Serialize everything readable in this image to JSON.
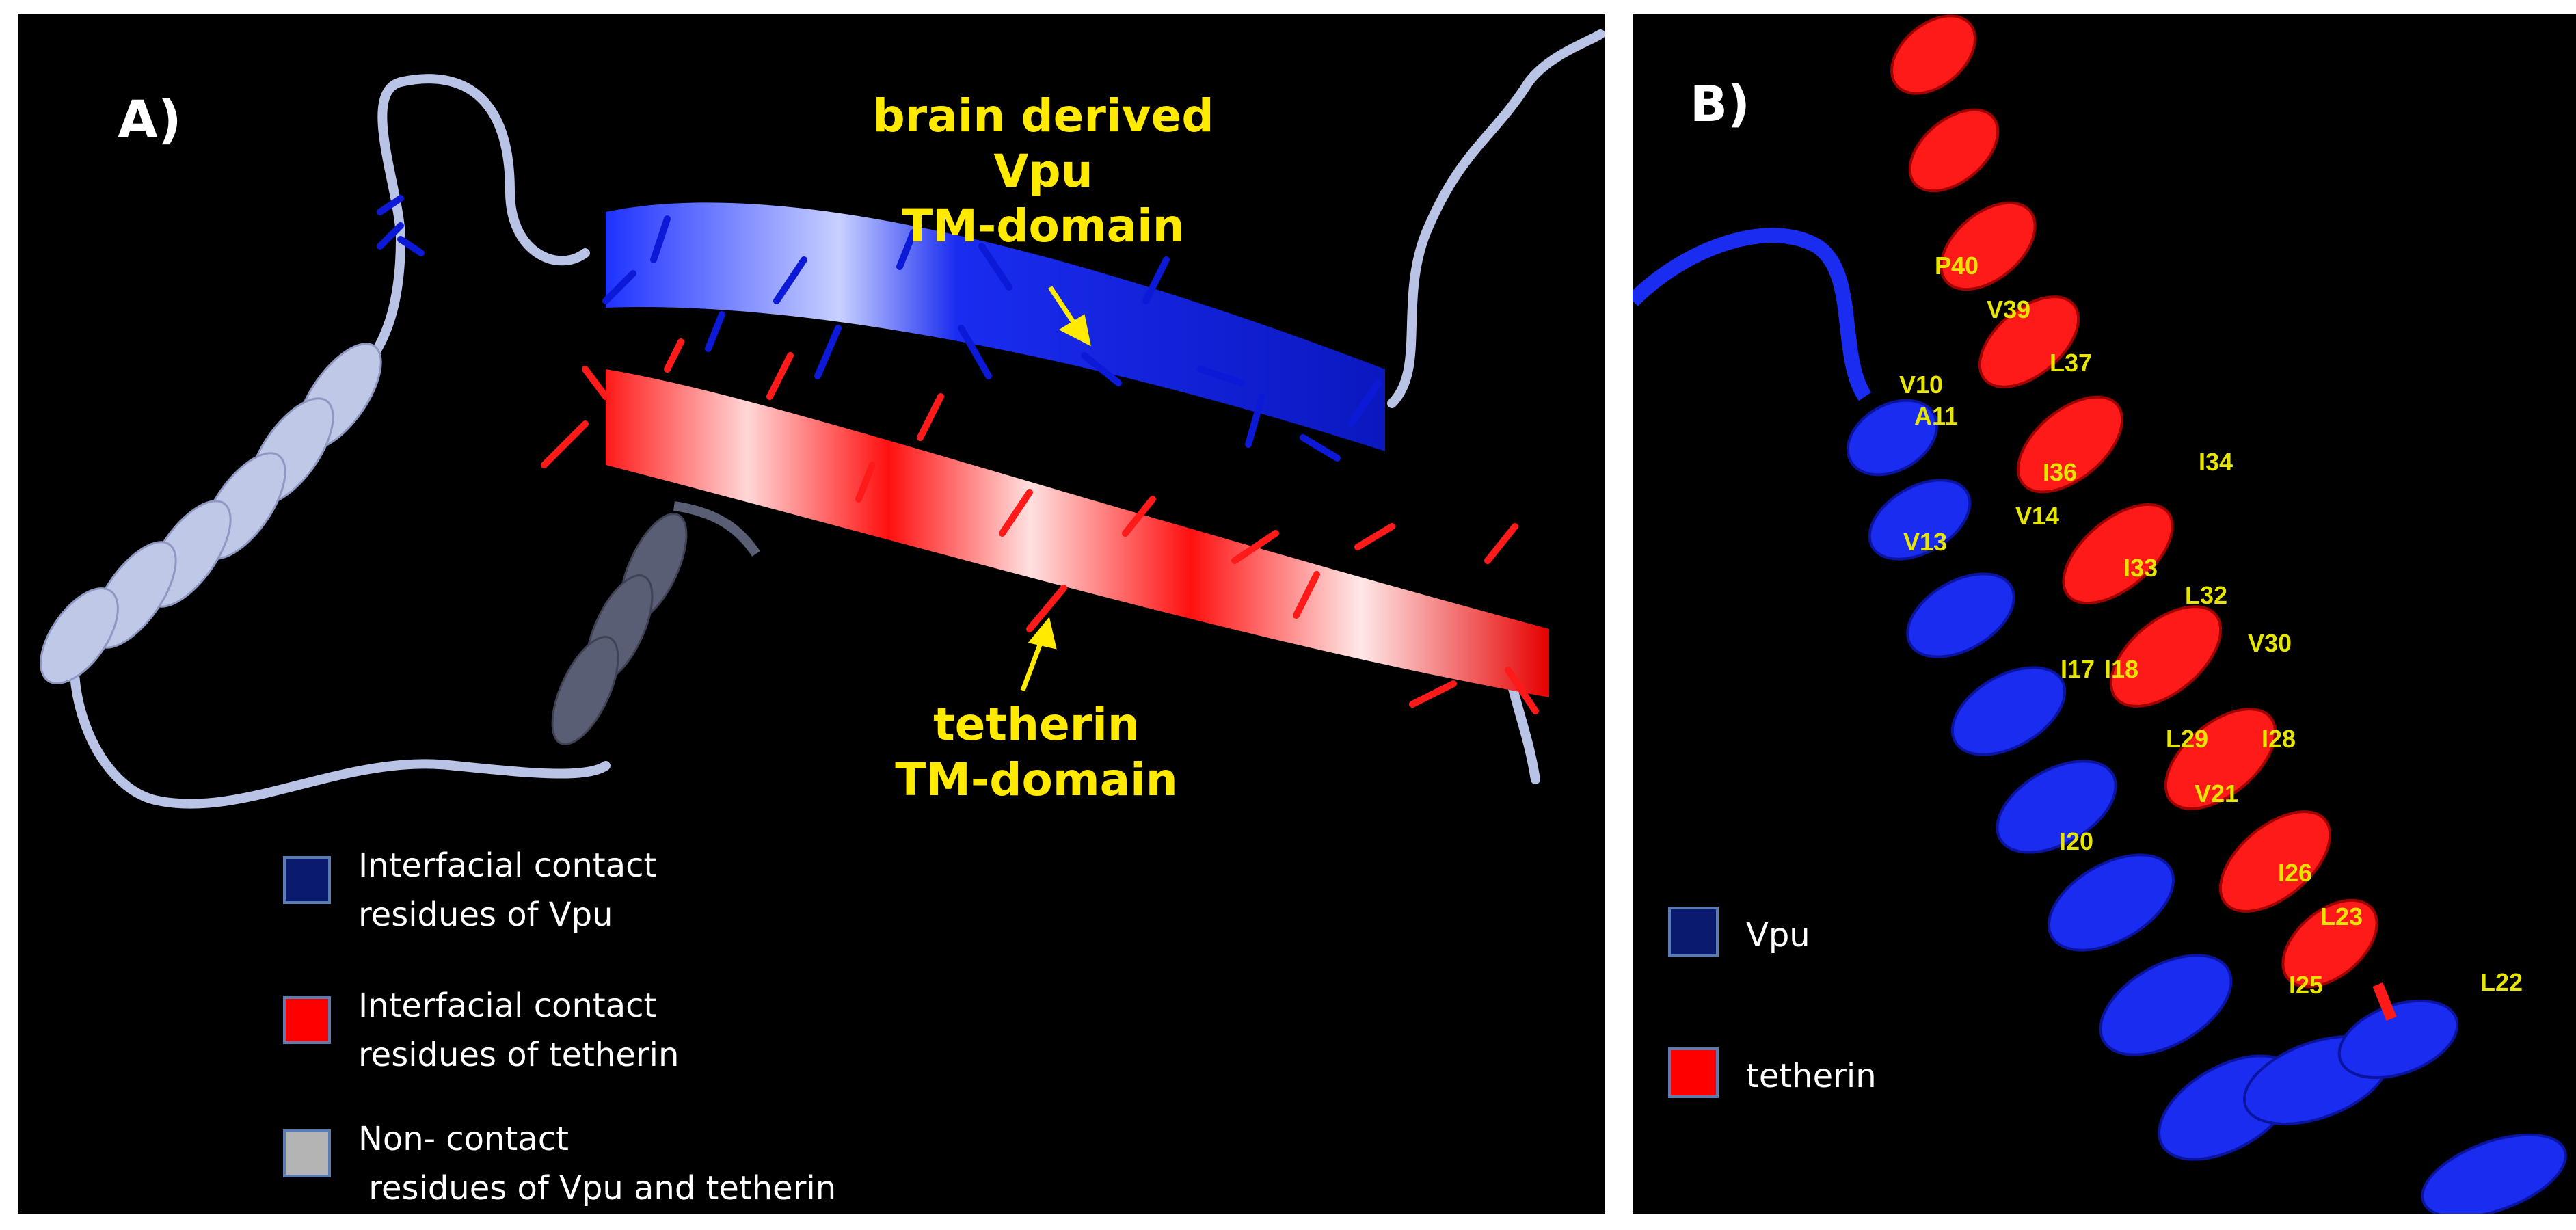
{
  "panelA": {
    "label": "A)",
    "annotations": {
      "vpu": [
        "brain derived",
        "Vpu",
        "TM-domain"
      ],
      "tetherin": [
        "tetherin",
        "TM-domain"
      ]
    },
    "legend": [
      {
        "color": "#0a1a6e",
        "text": "Interfacial contact\nresidues of Vpu"
      },
      {
        "color": "#ff0000",
        "text": "Interfacial contact\nresidues of tetherin"
      },
      {
        "color": "#b4b4b4",
        "text": "Non- contact\n residues of Vpu and tetherin"
      }
    ]
  },
  "panelB": {
    "label": "B)",
    "residues": {
      "r0": "P40",
      "r1": "V39",
      "r2": "L37",
      "r3": "V10",
      "r4": "A11",
      "r5": "I36",
      "r6": "I34",
      "r7": "V14",
      "r8": "V13",
      "r9": "I33",
      "r10": "L32",
      "r11": "V30",
      "r12": "I17",
      "r13": "I18",
      "r14": "L29",
      "r15": "I28",
      "r16": "V21",
      "r17": "I20",
      "r18": "I26",
      "r19": "L23",
      "r20": "I25",
      "r21": "L22"
    },
    "legend": [
      {
        "color": "#0a1a6e",
        "text": "Vpu"
      },
      {
        "color": "#ff0000",
        "text": "tetherin"
      }
    ]
  },
  "colors": {
    "vpu": "#1426e6",
    "tetherin": "#ff1010",
    "noncontact": "#b9c3e6",
    "annotation": "#ffea00"
  }
}
